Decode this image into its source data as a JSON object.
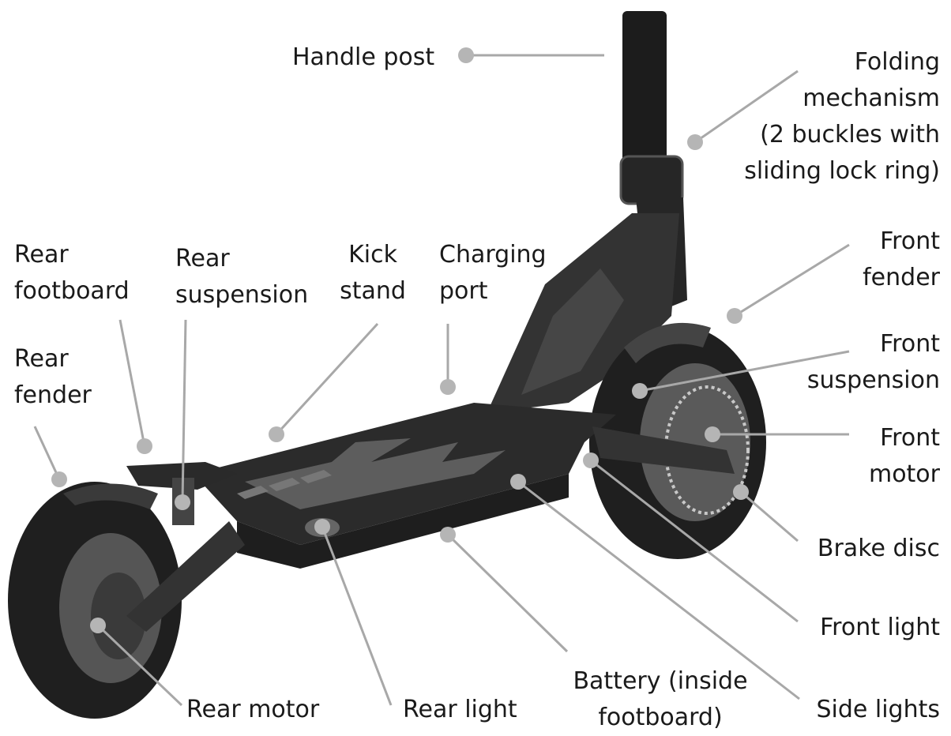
{
  "colors": {
    "background": "#ffffff",
    "label_text": "#1a1a1a",
    "leader_line": "#a8a8a8",
    "leader_dot": "#b5b5b5",
    "body_dark": "#2b2b2b",
    "body_mid": "#3a3a3a",
    "deck_pattern": "#6a6a6a",
    "tire": "#1f1f1f"
  },
  "labels": {
    "handle_post": [
      "Handle post"
    ],
    "folding_mechanism": [
      "Folding",
      "mechanism",
      "(2 buckles with",
      "sliding lock ring)"
    ],
    "rear_footboard": [
      "Rear",
      "footboard"
    ],
    "rear_suspension": [
      "Rear",
      "suspension"
    ],
    "kick_stand": [
      "Kick",
      "stand"
    ],
    "charging_port": [
      "Charging",
      "port"
    ],
    "front_fender": [
      "Front",
      "fender"
    ],
    "front_suspension": [
      "Front",
      "suspension"
    ],
    "rear_fender": [
      "Rear",
      "fender"
    ],
    "front_motor": [
      "Front",
      "motor"
    ],
    "brake_disc": [
      "Brake disc"
    ],
    "front_light": [
      "Front light"
    ],
    "battery": [
      "Battery (inside",
      "footboard)"
    ],
    "side_lights": [
      "Side lights"
    ],
    "rear_motor": [
      "Rear motor"
    ],
    "rear_light": [
      "Rear light"
    ]
  }
}
